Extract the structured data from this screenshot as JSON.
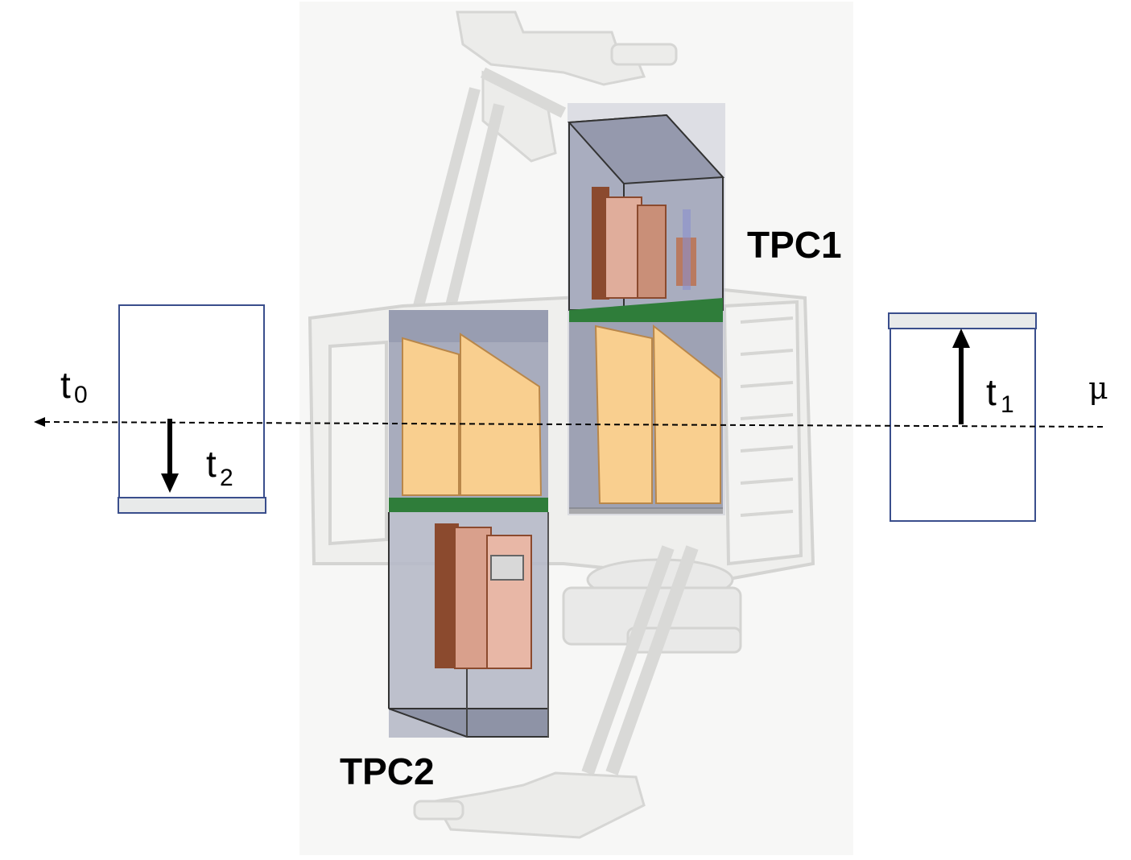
{
  "labels": {
    "tpc1": "TPC1",
    "tpc2": "TPC2",
    "t0_base": "t",
    "t0_sub": "0",
    "t1_base": "t",
    "t1_sub": "1",
    "t2_base": "t",
    "t2_sub": "2",
    "mu": "μ"
  },
  "colors": {
    "frame": "#c8c8c8",
    "frame_fill": "#efefee",
    "module_bg": "#9ea2b4",
    "plate": "#f9cf8f",
    "plate_edge": "#b9874a",
    "pcb": "#2f7d3a",
    "copper": "#d9a08c",
    "copper_dark": "#8b4a2e",
    "scintillator_edge": "#3a4e8c",
    "scintillator_bar": "#e8eaea",
    "beam": "#000000"
  }
}
